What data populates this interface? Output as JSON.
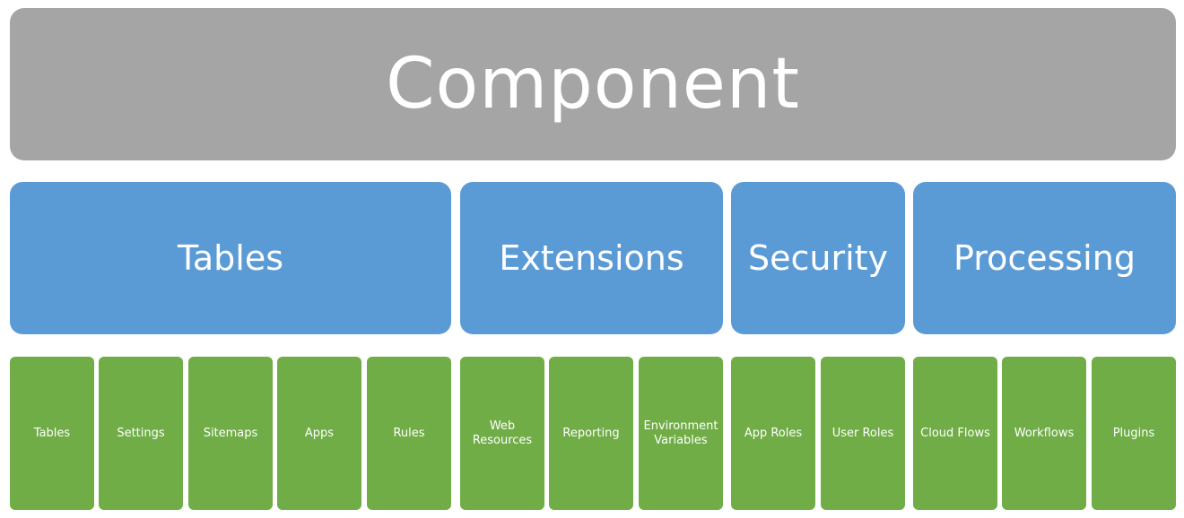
{
  "colors": {
    "root": "#a5a5a5",
    "category": "#5b9bd5",
    "leaf": "#70ad47",
    "text": "#ffffff"
  },
  "root": {
    "label": "Component"
  },
  "categories": [
    {
      "label": "Tables",
      "items": [
        "Tables",
        "Settings",
        "Sitemaps",
        "Apps",
        "Rules"
      ]
    },
    {
      "label": "Extensions",
      "items": [
        "Web Resources",
        "Reporting",
        "Environment Variables"
      ]
    },
    {
      "label": "Security",
      "items": [
        "App Roles",
        "User Roles"
      ]
    },
    {
      "label": "Processing",
      "items": [
        "Cloud Flows",
        "Workflows",
        "Plugins"
      ]
    }
  ]
}
